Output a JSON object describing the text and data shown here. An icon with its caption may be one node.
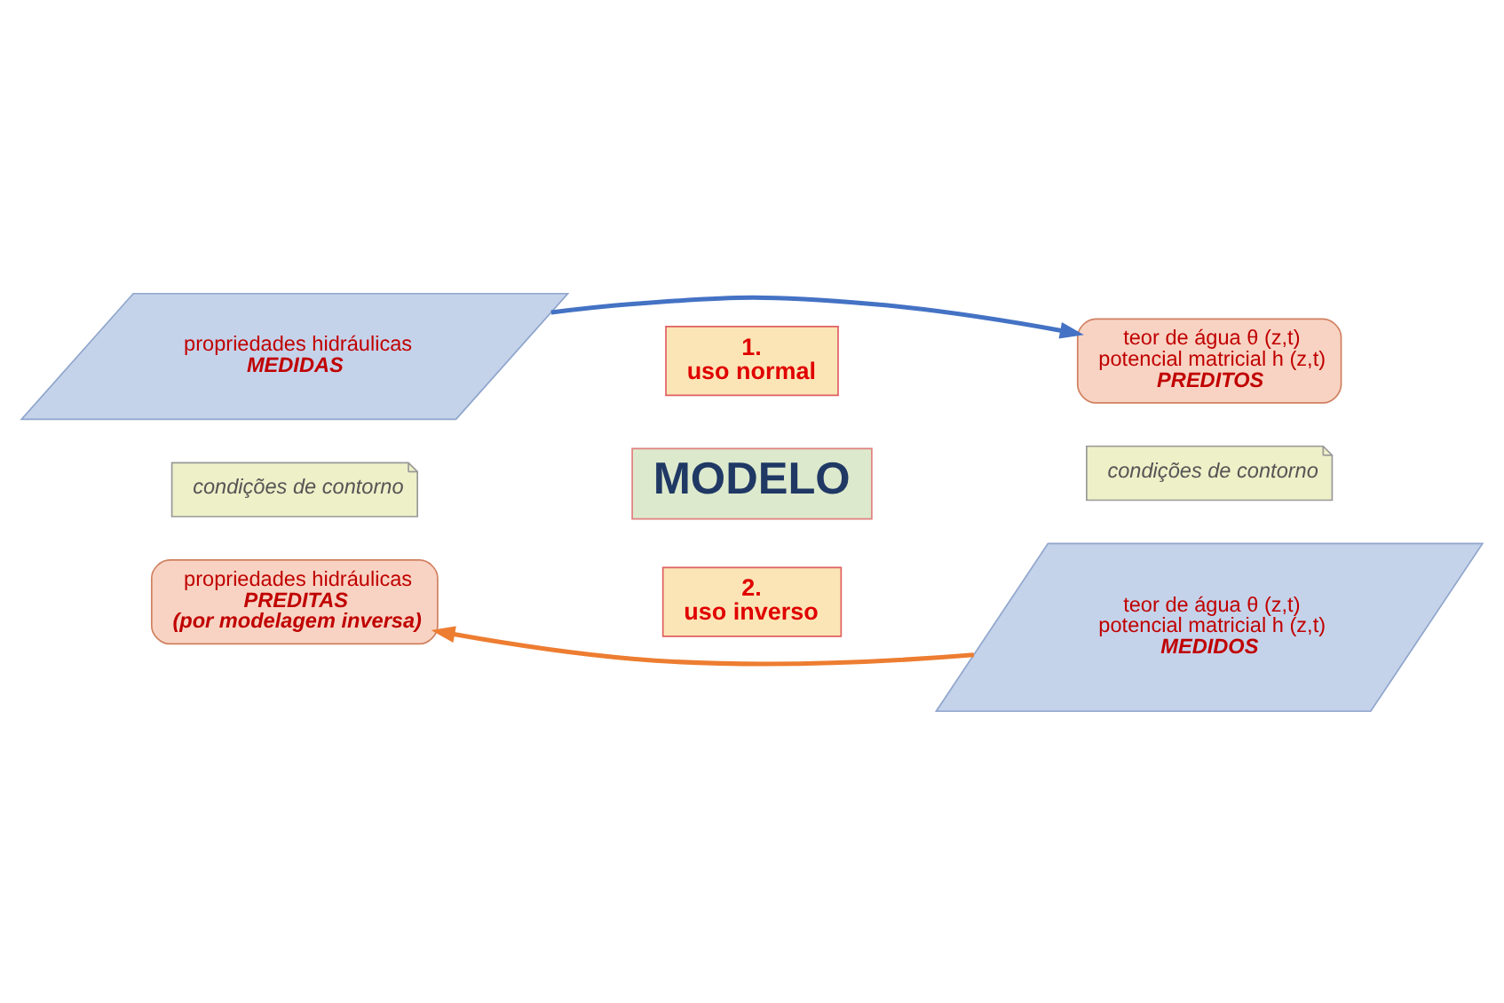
{
  "diagram": {
    "nodes": [
      {
        "text": [
          "propriedades hidráulicas",
          "MEDIDAS"
        ]
      },
      {
        "text": [
          "teor de água θ (z,t)",
          "potencial matricial h (z,t)",
          "PREDITOS"
        ]
      },
      {
        "text": [
          "condições de contorno"
        ]
      },
      {
        "text": [
          "MODELO"
        ]
      },
      {
        "text": [
          "1.",
          "uso normal"
        ]
      },
      {
        "text": [
          "2.",
          "uso inverso"
        ]
      },
      {
        "text": [
          "condições de contorno"
        ]
      },
      {
        "text": [
          "propriedades hidráulicas",
          "PREDITAS",
          "(por modelagem inversa)"
        ]
      },
      {
        "text": [
          "teor de água θ (z,t)",
          "potencial matricial h (z,t)",
          "MEDIDOS"
        ]
      }
    ],
    "edges": [
      {
        "from": 0,
        "to": 1,
        "arrow": "to",
        "color": "#4472c4"
      },
      {
        "from": 8,
        "to": 7,
        "arrow": "to",
        "color": "#ed7d31"
      }
    ]
  }
}
